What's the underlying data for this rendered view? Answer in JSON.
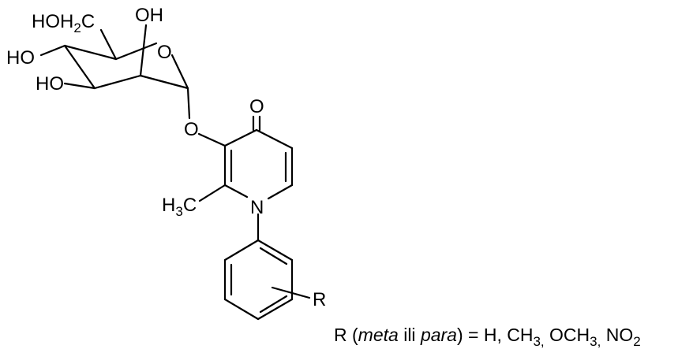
{
  "labels": {
    "hoh2c_main": "HOH",
    "hoh2c_sub": "2",
    "hoh2c_end": "C",
    "oh_top": "OH",
    "ring_o": "O",
    "ho_left": "HO",
    "ho_lower": "HO",
    "glyco_o": "O",
    "keto_o": "O",
    "h3c_main": "H",
    "h3c_sub": "3",
    "h3c_end": "C",
    "ring_n": "N",
    "r_sub": "R"
  },
  "caption": {
    "prefix": "R (",
    "meta": "meta",
    "ili": " ili ",
    "para": "para",
    "rest": ") = H, CH",
    "sub1": "3,",
    "och": " OCH",
    "sub2": "3,",
    "no": " NO",
    "sub3": "2"
  },
  "colors": {
    "ink": "#000000",
    "background": "#ffffff"
  }
}
